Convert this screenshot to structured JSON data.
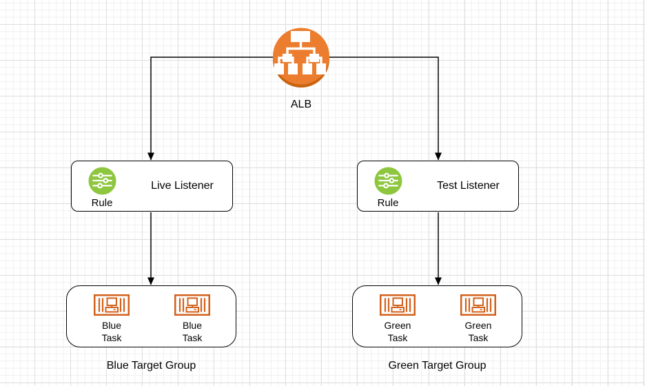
{
  "alb": {
    "label": "ALB",
    "icon": "application-load-balancer-icon"
  },
  "listeners": [
    {
      "id": "live",
      "title": "Live Listener",
      "rule_label": "Rule",
      "icon": "rule-sliders-icon"
    },
    {
      "id": "test",
      "title": "Test Listener",
      "rule_label": "Rule",
      "icon": "rule-sliders-icon"
    }
  ],
  "target_groups": [
    {
      "id": "blue",
      "caption": "Blue Target Group",
      "task_icon": "ecs-task-icon",
      "tasks": [
        {
          "line1": "Blue",
          "line2": "Task"
        },
        {
          "line1": "Blue",
          "line2": "Task"
        }
      ]
    },
    {
      "id": "green",
      "caption": "Green Target Group",
      "task_icon": "ecs-task-icon",
      "tasks": [
        {
          "line1": "Green",
          "line2": "Task"
        },
        {
          "line1": "Green",
          "line2": "Task"
        }
      ]
    }
  ],
  "colors": {
    "alb_orange": "#EC7D2E",
    "alb_orange_dark": "#C8640F",
    "rule_green": "#8EC63F",
    "task_orange": "#D2601A",
    "connector_black": "#000000",
    "grid_minor": "#F0F0F0",
    "grid_major": "#DFDFDF"
  }
}
